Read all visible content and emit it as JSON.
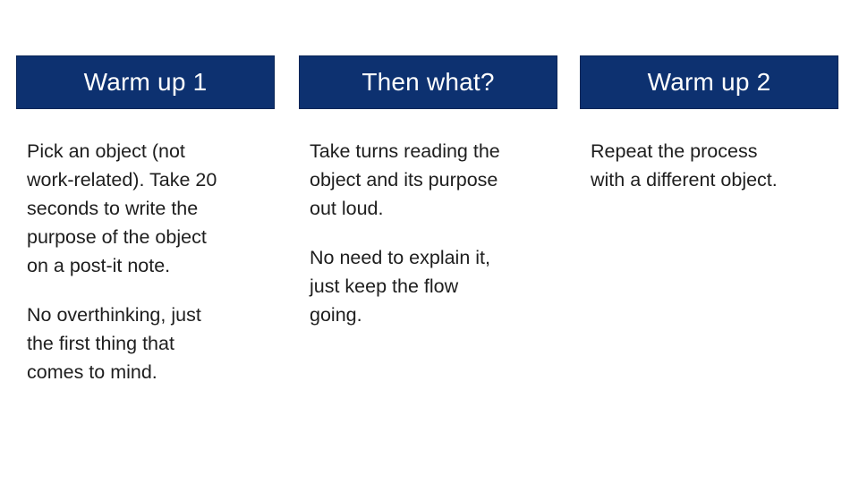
{
  "theme": {
    "header_bg": "#0d3170",
    "header_border": "#0a2657",
    "header_text": "#ffffff",
    "body_text": "#1e1e1e",
    "slide_bg": "#ffffff"
  },
  "columns": [
    {
      "header": "Warm up 1",
      "paragraphs": [
        "Pick an object (not\nwork-related). Take 20\nseconds to write the\npurpose of the object\non a post-it note.",
        "No overthinking, just\nthe first thing that\ncomes to mind."
      ]
    },
    {
      "header": "Then what?",
      "paragraphs": [
        "Take turns reading the\nobject and its purpose\nout loud.",
        "No need to explain it,\njust keep the flow\ngoing."
      ]
    },
    {
      "header": "Warm up 2",
      "paragraphs": [
        "Repeat the process\nwith a different object."
      ]
    }
  ]
}
